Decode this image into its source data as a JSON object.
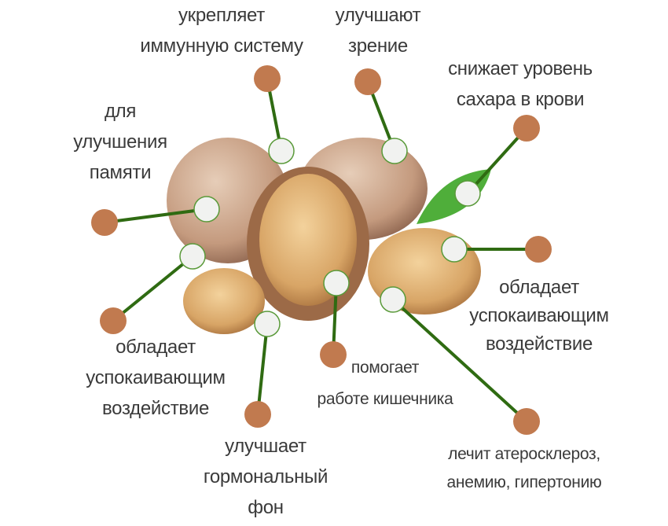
{
  "colors": {
    "dot": "#c17a4f",
    "connector": "#2f6b12",
    "node_fill": "#f1f2f0",
    "node_border": "#5a9a3a",
    "text": "#3a3a3a"
  },
  "labels": {
    "immunity": [
      "укрепляет",
      "иммунную систему"
    ],
    "vision": [
      "улучшают",
      "зрение"
    ],
    "sugar": [
      "снижает уровень",
      "сахара в крови"
    ],
    "memory": [
      "для",
      "улучшения",
      "памяти"
    ],
    "calming_left": [
      "обладает",
      "успокаивающим",
      "воздействие"
    ],
    "hormones": [
      "улучшает",
      "гормональный",
      "фон"
    ],
    "intestine": [
      "помогает",
      "работе кишечника"
    ],
    "calming_right": [
      "обладает",
      "успокаивающим",
      "воздействие"
    ],
    "atherosclerosis": [
      "лечит атеросклероз,",
      "анемию, гипертонию"
    ]
  }
}
